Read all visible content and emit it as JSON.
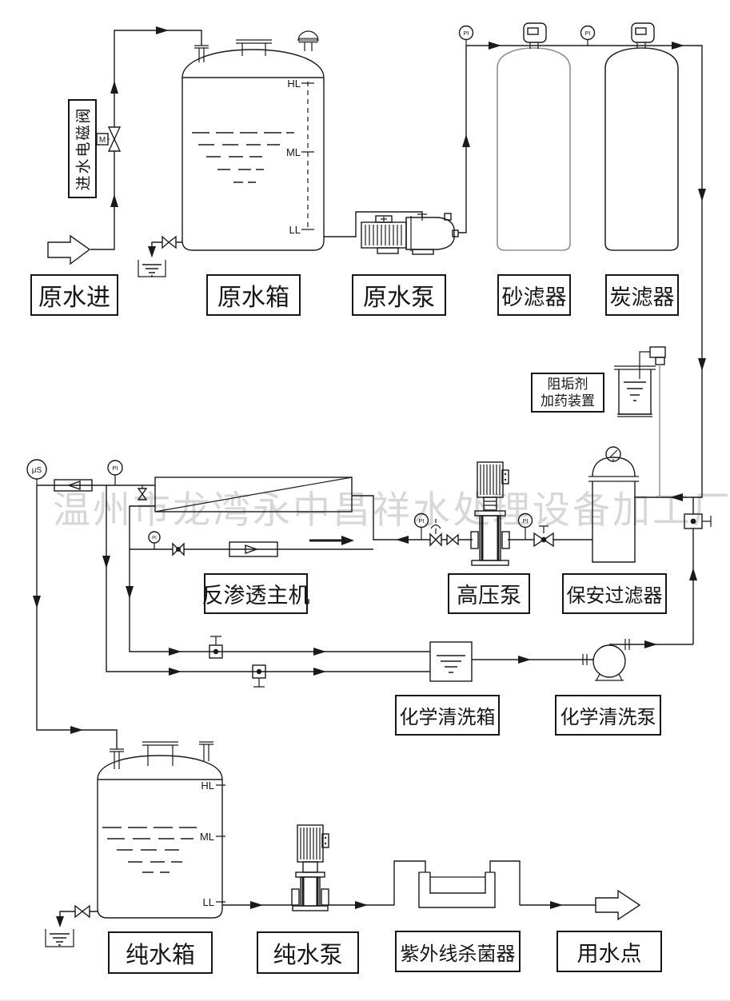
{
  "watermark": "温州市龙湾永中昌祥水处理设备加工厂",
  "colors": {
    "line": "#1a1a1a",
    "sand_filter_outline": "#8f8f8f",
    "dosing_line": "#9a9a9a",
    "watermark": "#bfbfbf"
  },
  "equipment_labels": {
    "raw_water_in": "原水进",
    "raw_water_tank": "原水箱",
    "raw_water_pump": "原水泵",
    "sand_filter": "砂滤器",
    "carbon_filter": "炭滤器",
    "inlet_solenoid_valve": "进水电磁阀",
    "antiscalant_doser_line1": "阻垢剂",
    "antiscalant_doser_line2": "加药装置",
    "ro_main_unit": "反渗透主机",
    "high_pressure_pump": "高压泵",
    "security_filter": "保安过滤器",
    "chemical_cleaning_tank": "化学清洗箱",
    "chemical_cleaning_pump": "化学清洗泵",
    "pure_water_tank": "纯水箱",
    "pure_water_pump": "纯水泵",
    "uv_sterilizer": "紫外线杀菌器",
    "water_use_point": "用水点"
  },
  "instruments": {
    "pressure_indicator": "PI",
    "conductivity_meter": "μS",
    "solenoid_motor": "M"
  },
  "tank_level_marks": {
    "high": "HL",
    "middle": "ML",
    "low": "LL"
  }
}
